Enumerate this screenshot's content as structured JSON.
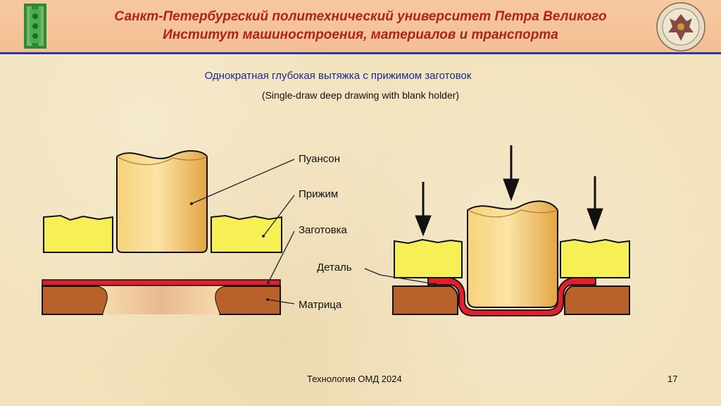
{
  "header": {
    "line1": "Санкт-Петербургский политехнический университет Петра Великого",
    "line2": "Институт машиностроения, материалов и транспорта"
  },
  "slide": {
    "title_ru": "Однократная глубокая вытяжка с прижимом заготовок",
    "title_en": "(Single-draw deep drawing with blank holder)"
  },
  "labels": {
    "punch": "Пуансон",
    "holder": "Прижим",
    "blank": "Заготовка",
    "part": "Деталь",
    "die": "Матрица"
  },
  "footer": {
    "text": "Технология ОМД 2024",
    "page": "17"
  },
  "colors": {
    "accent_red": "#b0221c",
    "title_blue": "#1a2a8a",
    "holder_yellow": "#f6ef55",
    "die_brown": "#b8612a",
    "blank_red": "#e0202a",
    "punch_gold": "#f2c15a"
  }
}
